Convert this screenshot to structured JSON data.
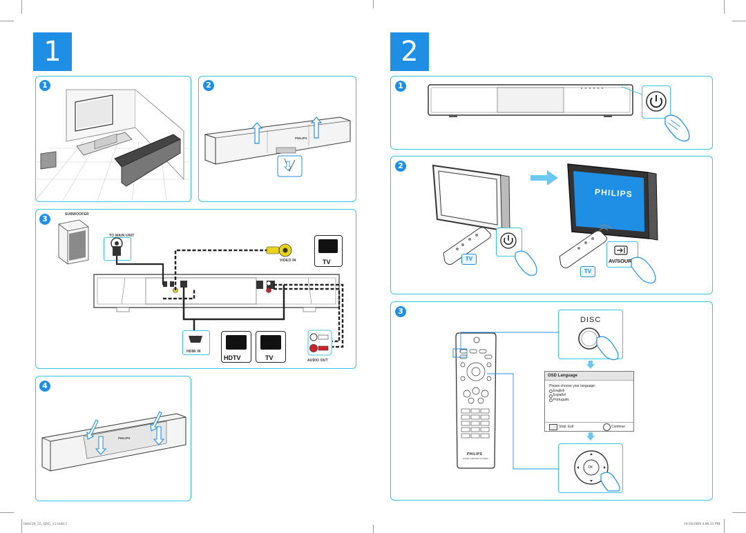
{
  "steps": {
    "one": "1",
    "two": "2"
  },
  "sub_badges": {
    "a": "1",
    "b": "2",
    "c": "3",
    "d": "4",
    "e": "1",
    "f": "2",
    "g": "3"
  },
  "connection_labels": {
    "subwoofer": "SUBWOOFER",
    "to_main_unit": "TO MAIN UNIT",
    "video_in": "VIDEO IN",
    "hdmi_in": "HDMI IN",
    "audio_out": "AUDIO OUT",
    "tv": "TV",
    "hdtv": "HDTV",
    "tv_2": "TV"
  },
  "brand": {
    "philips": "PHILIPS",
    "remote_caption": "HOME THEATER SYSTEM"
  },
  "buttons": {
    "av_source": "AV/SOURCE",
    "tv_key": "TV",
    "disc": "DISC",
    "ok": "OK"
  },
  "osd": {
    "title": "OSD Language",
    "prompt": "Please choose your language:",
    "options": [
      "English",
      "Español",
      "Português"
    ],
    "stop_exit": "Stop: Exit",
    "continue": "Continue"
  },
  "footer": {
    "file": "hts6120_55_QSG_v2.indd   2",
    "timestamp": "10/20/2009   4:00:33 PM"
  },
  "colors": {
    "accent": "#1f8fe6",
    "panel_border": "#33c5de",
    "video_yellow": "#e8d21a",
    "audio_red": "#d0202a"
  }
}
